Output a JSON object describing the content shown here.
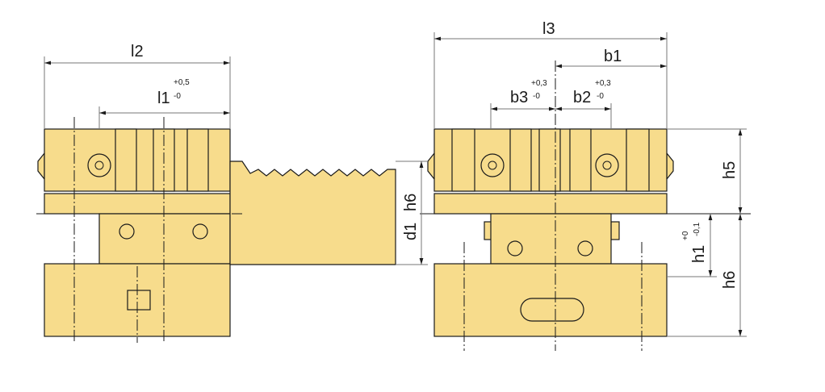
{
  "colors": {
    "body": "#f7dc8c",
    "line": "#1a1a1a"
  },
  "dims": {
    "l2": "l2",
    "l1": "l1",
    "l1_tol_upper": "+0,5",
    "l1_tol_lower": "-0",
    "l3": "l3",
    "b1": "b1",
    "b3": "b3",
    "b3_tol_upper": "+0,3",
    "b3_tol_lower": "-0",
    "b2": "b2",
    "b2_tol_upper": "+0,3",
    "b2_tol_lower": "-0",
    "h5": "h5",
    "h6_right": "h6",
    "h1": "h1",
    "h1_tol_upper": "+0",
    "h1_tol_lower": "-0,1",
    "d1": "d1",
    "h6_left": "h6"
  }
}
